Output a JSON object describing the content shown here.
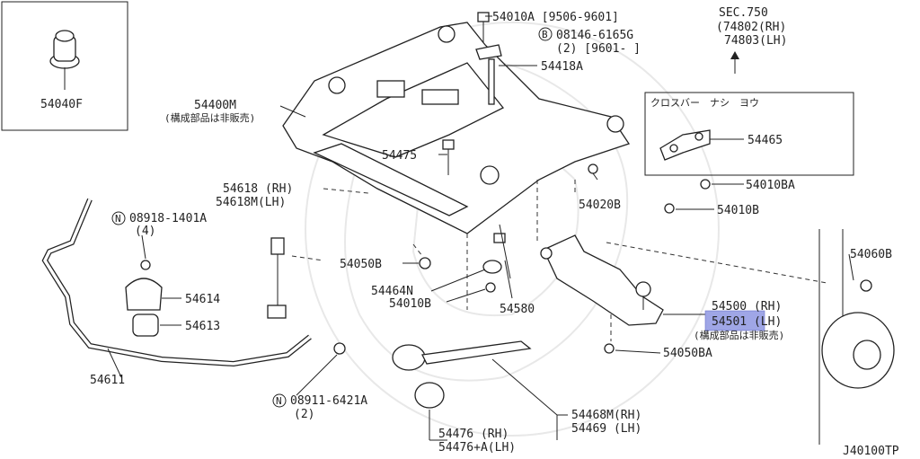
{
  "diagram_code": "J40100TP",
  "sec": {
    "title": "SEC.750",
    "rh": "(74802(RH)",
    "lh": "74803(LH)"
  },
  "inset_box_title": "クロスバー　ナシ　ヨウ",
  "labels": {
    "p54040F": "54040F",
    "p54400M": "54400M",
    "p54400M_note": "(構成部品は非販売)",
    "p54010A": "54010A [9506-9601]",
    "p08146": "08146-6165G",
    "p08146_qty": "(2)  [9601-      ]",
    "p08146_prefix": "B",
    "p54418A": "54418A",
    "p54475": "54475",
    "p54465": "54465",
    "p54010BA_top": "54010BA",
    "p54010B_top": "54010B",
    "p54020B": "54020B",
    "p54618_rh": "54618  (RH)",
    "p54618_lh": "54618M(LH)",
    "p08918": "08918-1401A",
    "p08918_prefix": "N",
    "p08918_qty": "(4)",
    "p54614": "54614",
    "p54613": "54613",
    "p54611": "54611",
    "p54050B": "54050B",
    "p54464N": "54464N",
    "p54010B_mid": "54010B",
    "p54580": "54580",
    "p54060B": "54060B",
    "p54500_rh": "54500 (RH)",
    "p54501_lh": "54501 (LH)",
    "p54501_note": "(構成部品は非販売)",
    "p54050BA": "54050BA",
    "p08911": "08911-6421A",
    "p08911_prefix": "N",
    "p08911_qty": "(2)",
    "p54468M": "54468M(RH)",
    "p54469": "54469 (LH)",
    "p54476_rh": "54476   (RH)",
    "p54476_lh": "54476+A(LH)"
  },
  "highlight_color": "#9fa6e6"
}
